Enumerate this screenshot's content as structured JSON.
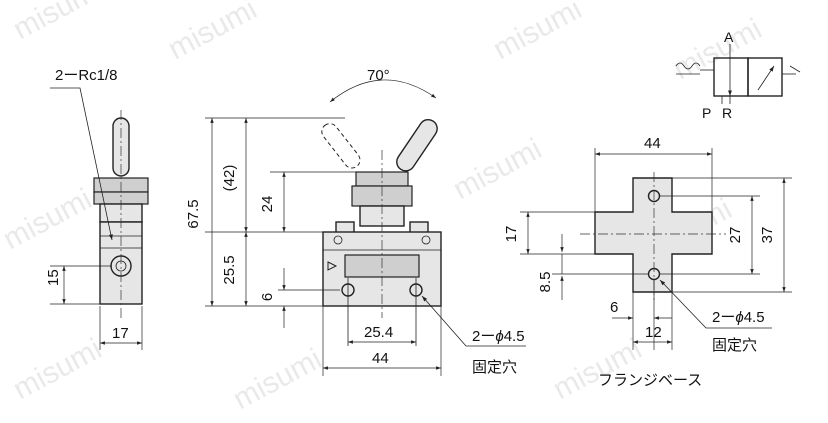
{
  "watermark": "misumi",
  "side_view": {
    "port_label": "2ーRc1/8",
    "dim_height": "15",
    "dim_width": "17"
  },
  "front_view": {
    "dim_angle": "70°",
    "dim_total_height": "67.5",
    "dim_lever_ref": "(42)",
    "dim_lever_height": "24",
    "dim_body_height": "25.5",
    "dim_hole_offset": "6",
    "dim_hole_pitch": "25.4",
    "dim_width": "44",
    "hole_label_1": "2ー",
    "hole_label_phi": "ϕ",
    "hole_label_size": "4.5",
    "hole_label_2": "固定穴"
  },
  "symbol": {
    "port_a": "A",
    "port_p": "P",
    "port_r": "R"
  },
  "flange_view": {
    "dim_width": "44",
    "dim_arm_height": "17",
    "dim_hole_pitch": "27",
    "dim_total_height": "37",
    "dim_hole_offset": "8.5",
    "dim_edge": "6",
    "dim_arm_width": "12",
    "hole_label_1": "2ー",
    "hole_label_phi": "ϕ",
    "hole_label_size": "4.5",
    "hole_label_2": "固定穴",
    "caption": "フランジベース"
  },
  "colors": {
    "line": "#222222",
    "fill": "#e6e6e6",
    "watermark": "#d8d8d8"
  }
}
